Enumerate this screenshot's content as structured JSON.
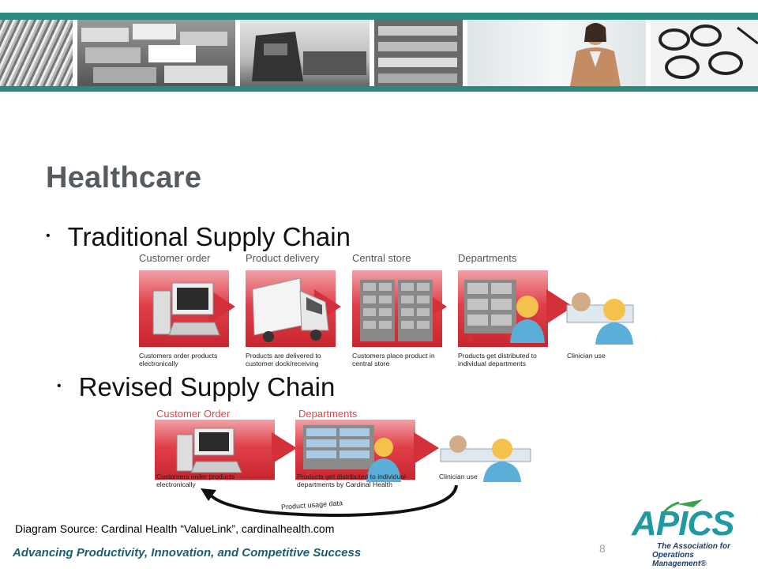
{
  "slide": {
    "title": "Healthcare",
    "bullet1": "Traditional Supply Chain",
    "bullet2": "Revised Supply Chain",
    "source": "Diagram Source: Cardinal Health “ValueLink”, cardinalhealth.com",
    "tagline": "Advancing Productivity, Innovation, and Competitive Success",
    "page_number": "8"
  },
  "traditional": {
    "stages": [
      "Customer order",
      "Product delivery",
      "Central store",
      "Departments"
    ],
    "captions": [
      "Customers order products electronically",
      "Products are delivered to customer dock/receiving",
      "Customers place product in central store",
      "Products get distributed to individual departments",
      "Clinician use"
    ]
  },
  "revised": {
    "stages": [
      "Customer Order",
      "Departments"
    ],
    "captions": [
      "Customers order products electronically",
      "Products get distributed to individual departments by Cardinal Health",
      "Clinician use"
    ],
    "feedback": "Product usage data"
  },
  "logo": {
    "name": "APICS",
    "subtitle_line1": "The Association for",
    "subtitle_line2": "Operations Management®"
  },
  "colors": {
    "teal": "#2a8a7e",
    "red": "#d3303a",
    "title_gray": "#555b60",
    "tagline_blue": "#1c5e70"
  }
}
